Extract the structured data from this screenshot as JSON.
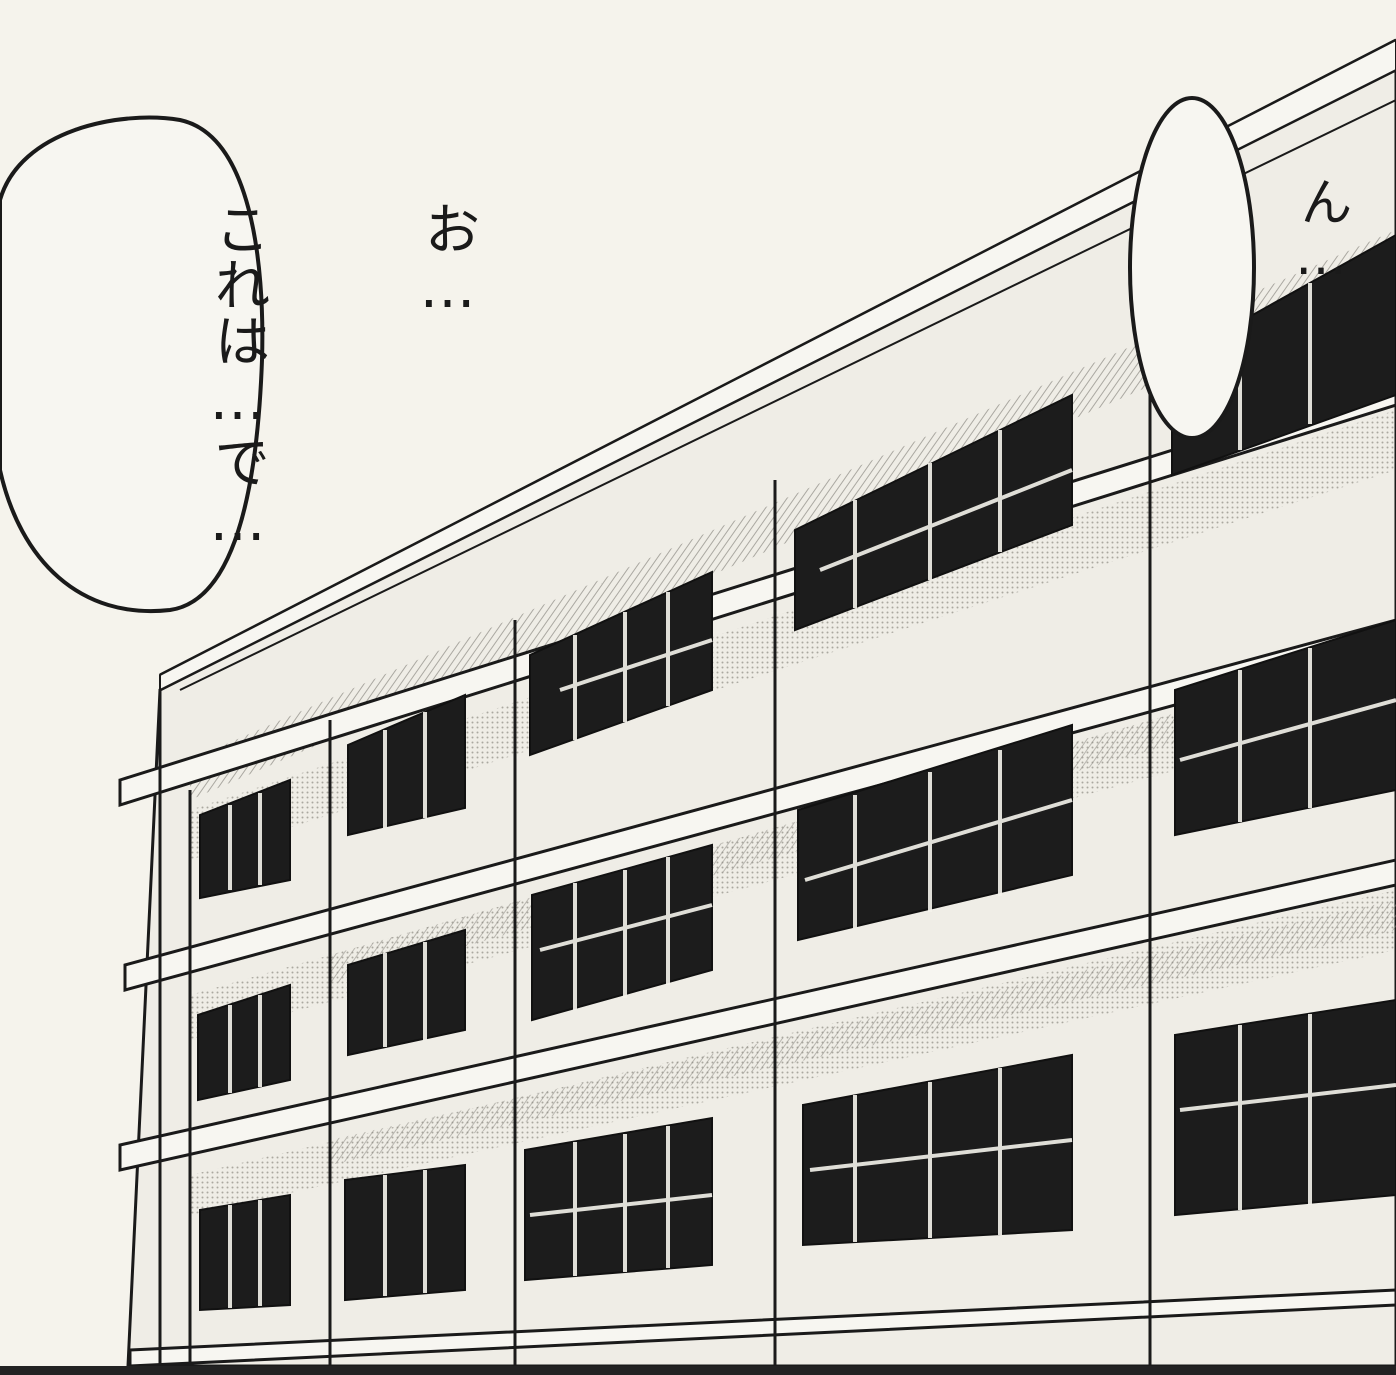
{
  "panel": {
    "description_free": true,
    "left_bubble": {
      "lines": [
        "お…",
        "これは…で…"
      ]
    },
    "right_bubble": {
      "lines": [
        "ん…"
      ]
    }
  },
  "colors": {
    "paper": "#f5f3ec",
    "ink": "#1a1a1a",
    "window": "#1c1c1c",
    "tone": "#bdbab2"
  }
}
